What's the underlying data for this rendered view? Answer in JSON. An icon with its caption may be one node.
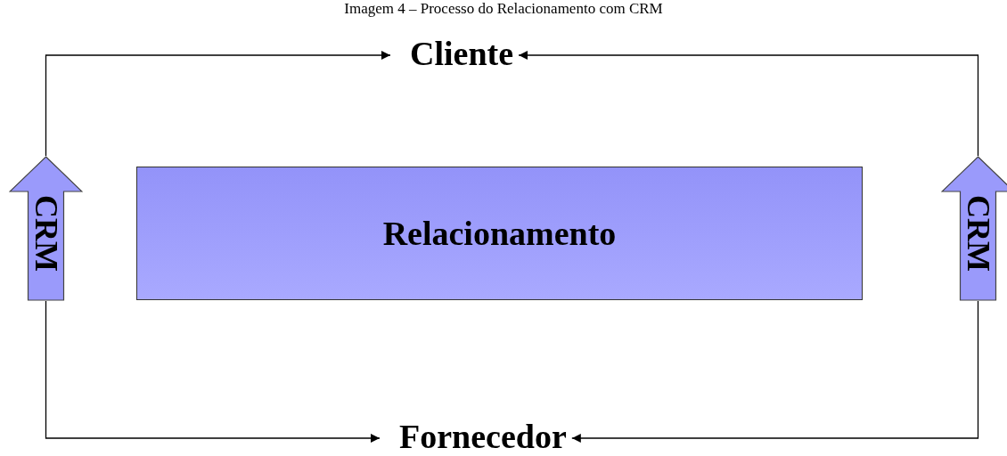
{
  "diagram": {
    "title": "Imagem 4 – Processo do Relacionamento com CRM",
    "nodes": [
      {
        "text": [
          "Cliente"
        ]
      },
      {
        "text": [
          "CRM"
        ]
      },
      {
        "text": [
          "Relacionamento"
        ]
      },
      {
        "text": [
          "CRM"
        ]
      },
      {
        "text": [
          "Fornecedor"
        ]
      }
    ],
    "edges": [
      {
        "from": 1,
        "to": 0,
        "arrow": "to"
      },
      {
        "from": 3,
        "to": 0,
        "arrow": "to"
      },
      {
        "from": 1,
        "to": 4,
        "arrow": "to"
      },
      {
        "from": 3,
        "to": 4,
        "arrow": "to"
      }
    ]
  }
}
